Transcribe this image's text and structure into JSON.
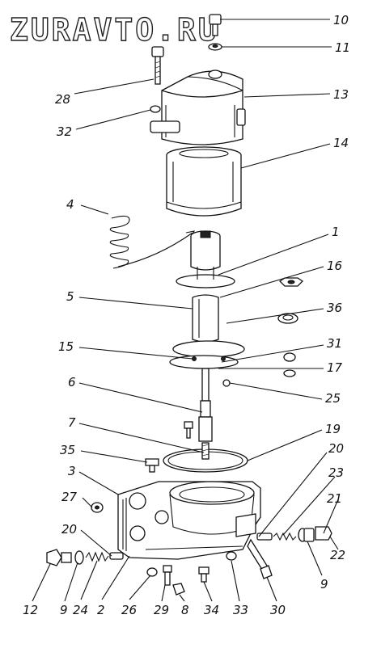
{
  "watermark": "ZURAVTO.RU",
  "callouts": {
    "c10": "10",
    "c11": "11",
    "c28": "28",
    "c13": "13",
    "c32": "32",
    "c14": "14",
    "c4": "4",
    "c1": "1",
    "c16": "16",
    "c5": "5",
    "c36": "36",
    "c15": "15",
    "c31": "31",
    "c17": "17",
    "c6": "6",
    "c25": "25",
    "c7": "7",
    "c19": "19",
    "c35": "35",
    "c20a": "20",
    "c3": "3",
    "c23": "23",
    "c27": "27",
    "c21": "21",
    "c20b": "20",
    "c22": "22",
    "c9a": "9",
    "c12": "12",
    "c9b": "9",
    "c24": "24",
    "c2": "2",
    "c26": "26",
    "c29": "29",
    "c8": "8",
    "c34": "34",
    "c33": "33",
    "c30": "30"
  }
}
